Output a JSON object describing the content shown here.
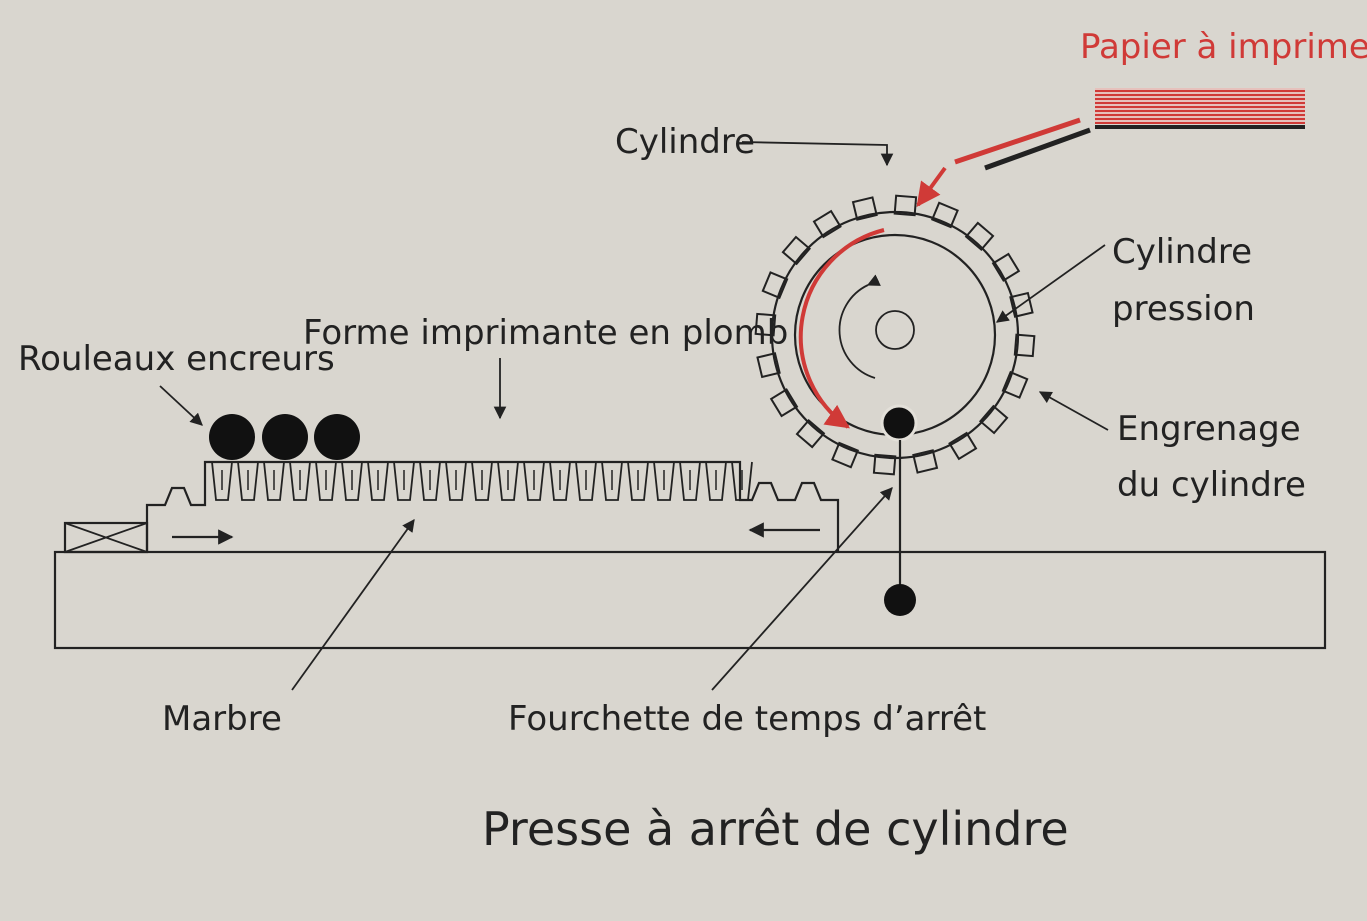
{
  "caption": "Presse à arrêt de cylindre",
  "labels": {
    "paper": "Papier à imprimer",
    "cylinder": "Cylindre",
    "pressure_cylinder_line1": "Cylindre",
    "pressure_cylinder_line2": "pression",
    "gear_line1": "Engrenage",
    "gear_line2": "du cylindre",
    "ink_rollers": "Rouleaux encreurs",
    "lead_form": "Forme imprimante en plomb",
    "bed": "Marbre",
    "stop_fork": "Fourchette de temps d’arrêt"
  },
  "colors": {
    "background": "#d9d6cf",
    "ink": "#222222",
    "accent_red": "#d03a37"
  }
}
